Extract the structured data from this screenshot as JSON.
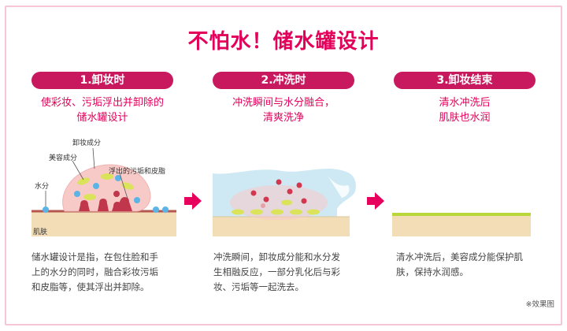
{
  "title": "不怕水！储水罐设计",
  "steps": [
    {
      "label": "1.卸妆时",
      "subtitle": [
        "使彩妆、污垢浮出并卸除的",
        "储水罐设计"
      ],
      "desc": [
        "储水罐设计是指，在包住脸和手",
        "上的水分的同时，融合彩妆污垢",
        "和皮脂等，使其浮出并卸除。"
      ]
    },
    {
      "label": "2.冲洗时",
      "subtitle": [
        "冲洗瞬间与水分融合，",
        "清爽洗净"
      ],
      "desc": [
        "冲洗瞬间，卸妆成分能和水分发",
        "生相融反应，一部分乳化后与彩",
        "妆、污垢等一起洗去。"
      ]
    },
    {
      "label": "3.卸妆结束",
      "subtitle": [
        "清水冲洗后",
        "肌肤也水润"
      ],
      "desc": [
        "清水冲洗后，美容成分能保护肌",
        "肤，保持水润感。"
      ]
    }
  ],
  "diagram_labels": {
    "makeup": "卸妆成分",
    "beauty": "美容成分",
    "dirt": "浮出的污垢和皮脂",
    "water": "水分",
    "skin": "肌肤"
  },
  "note": "※效果图",
  "colors": {
    "accent": "#e2005a",
    "pill": "#c8195f",
    "skin": "#f2ddb6",
    "arrow": "#e8005d"
  }
}
